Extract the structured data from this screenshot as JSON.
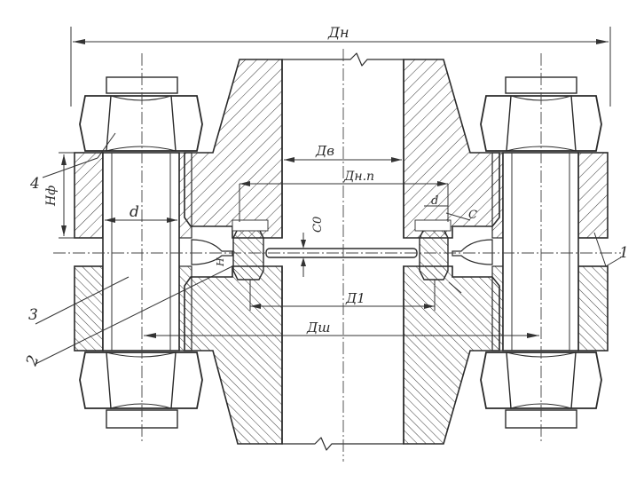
{
  "labels": {
    "outer_diameter": "Дн",
    "inner_diameter": "Дв",
    "gasket_outer_diameter": "Дн.п",
    "mean_diameter": "Д1",
    "bolt_circle_diameter": "Дш",
    "flange_thickness": "Нф",
    "bolt_diameter_left": "d",
    "bolt_diameter_right": "d",
    "gap": "С0",
    "groove_left": "H",
    "chamfer": "С",
    "part_1": "1",
    "part_2": "2",
    "part_3": "3",
    "part_4": "4"
  }
}
